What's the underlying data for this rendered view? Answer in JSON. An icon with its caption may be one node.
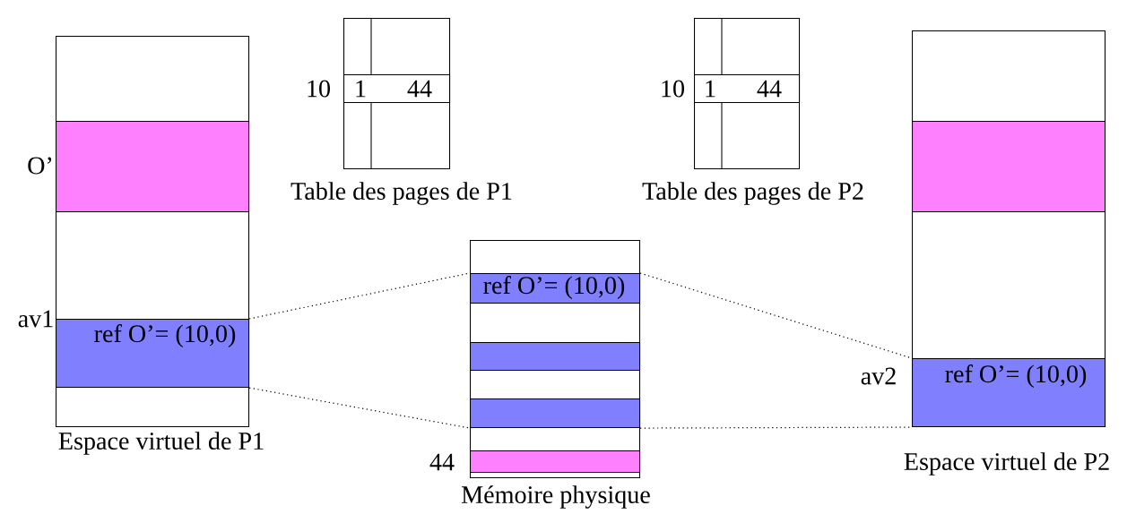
{
  "diagram": {
    "nodes": [
      {
        "text": [
          "Espace virtuel de P1"
        ]
      },
      {
        "text": [],
        "shape": "box",
        "in": 0,
        "beside": [
          "O’"
        ]
      },
      {
        "text": [
          "ref O’= (10,0)"
        ],
        "in": 0,
        "beside": [
          "av1"
        ]
      },
      {
        "text": [
          "Table des pages de P1"
        ]
      },
      {
        "text": [
          "1",
          "44"
        ],
        "in": 3,
        "beside": [
          "10"
        ]
      },
      {
        "text": [
          "Table des pages de P2"
        ]
      },
      {
        "text": [
          "1",
          "44"
        ],
        "in": 5,
        "beside": [
          "10"
        ]
      },
      {
        "text": [
          "Mémoire physique"
        ]
      },
      {
        "text": [
          "ref O’= (10,0)"
        ],
        "in": 7
      },
      {
        "text": [],
        "shape": "box",
        "in": 7
      },
      {
        "text": [],
        "shape": "box",
        "in": 7
      },
      {
        "text": [],
        "shape": "box",
        "in": 7,
        "beside": [
          "44"
        ]
      },
      {
        "text": [
          "Espace virtuel de P2"
        ]
      },
      {
        "text": [],
        "shape": "box",
        "in": 12
      },
      {
        "text": [
          "ref O’= (10,0)"
        ],
        "in": 12,
        "beside": [
          "av2"
        ]
      }
    ],
    "edges": [
      {
        "from": 2,
        "to": 8,
        "arrow": "none"
      },
      {
        "from": 2,
        "to": 10,
        "arrow": "none"
      },
      {
        "from": 8,
        "to": 14,
        "arrow": "none"
      },
      {
        "from": 10,
        "to": 14,
        "arrow": "none"
      }
    ]
  }
}
